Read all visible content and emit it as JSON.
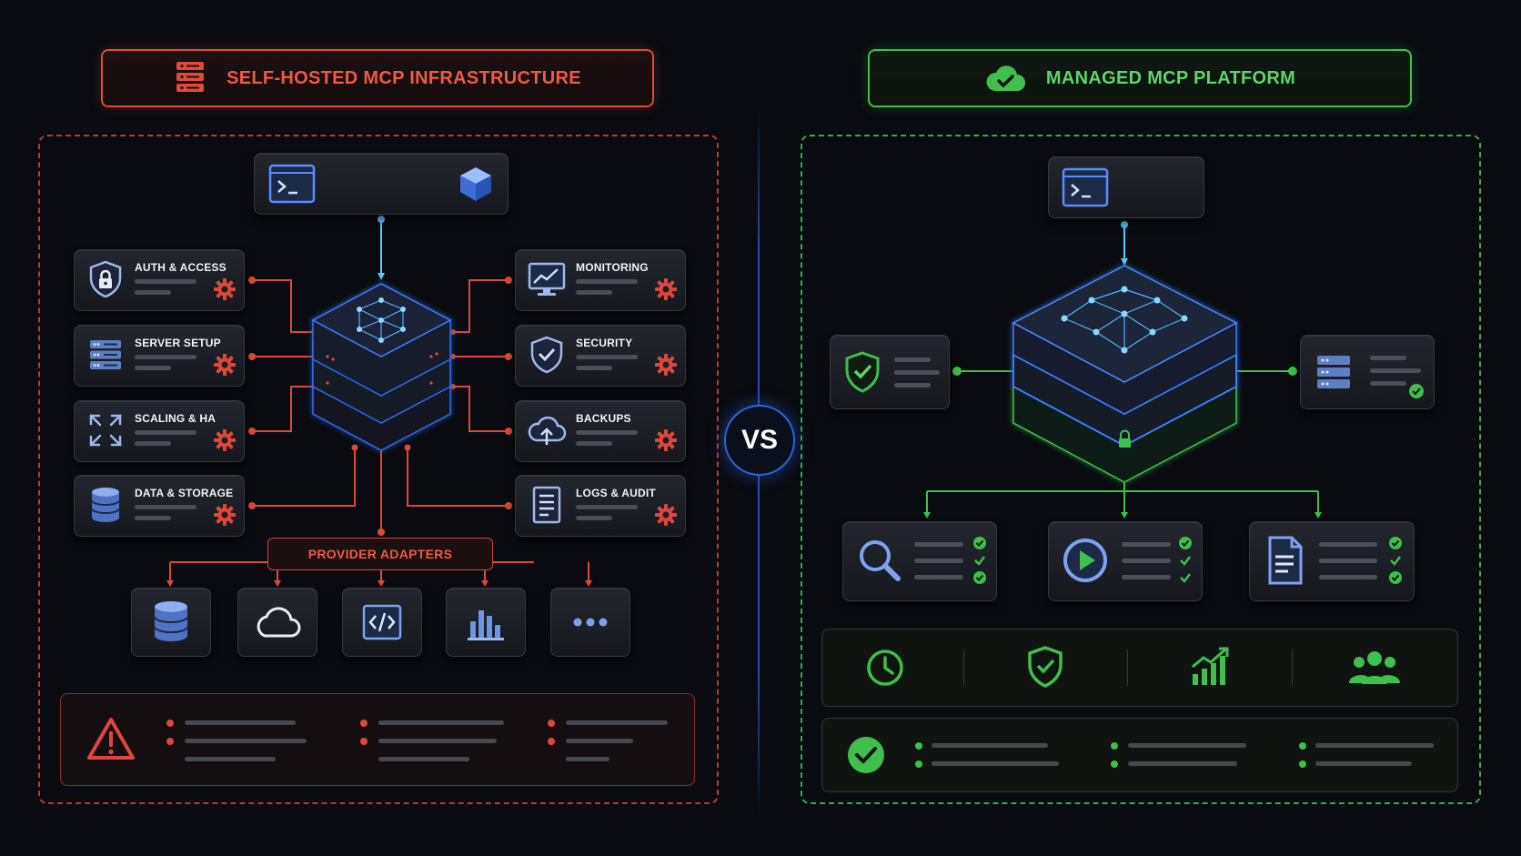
{
  "left": {
    "title": "SELF-HOSTED MCP INFRASTRUCTURE",
    "cards": [
      {
        "label": "AUTH & ACCESS",
        "icon": "lock-shield-icon"
      },
      {
        "label": "SERVER SETUP",
        "icon": "server-rack-icon"
      },
      {
        "label": "SCALING & HA",
        "icon": "expand-arrows-icon"
      },
      {
        "label": "DATA & STORAGE",
        "icon": "database-icon"
      },
      {
        "label": "MONITORING",
        "icon": "monitor-chart-icon"
      },
      {
        "label": "SECURITY",
        "icon": "shield-check-icon"
      },
      {
        "label": "BACKUPS",
        "icon": "cloud-upload-icon"
      },
      {
        "label": "LOGS & AUDIT",
        "icon": "document-icon"
      }
    ],
    "provider_adapters": "PROVIDER ADAPTERS",
    "adapters": [
      "database-icon",
      "cloud-icon",
      "code-icon",
      "bar-chart-icon",
      "more-icon"
    ],
    "warning_icon": "warning-triangle-icon"
  },
  "vs": "VS",
  "right": {
    "title": "MANAGED MCP PLATFORM",
    "features": [
      "clock-icon",
      "shield-check-icon",
      "growth-chart-icon",
      "team-icon"
    ],
    "success_icon": "check-circle-icon"
  },
  "colors": {
    "red": "#e24a3b",
    "green": "#3fbf4c",
    "blue": "#2c63e0",
    "cyan": "#4fd0ff",
    "background": "#090b10"
  }
}
